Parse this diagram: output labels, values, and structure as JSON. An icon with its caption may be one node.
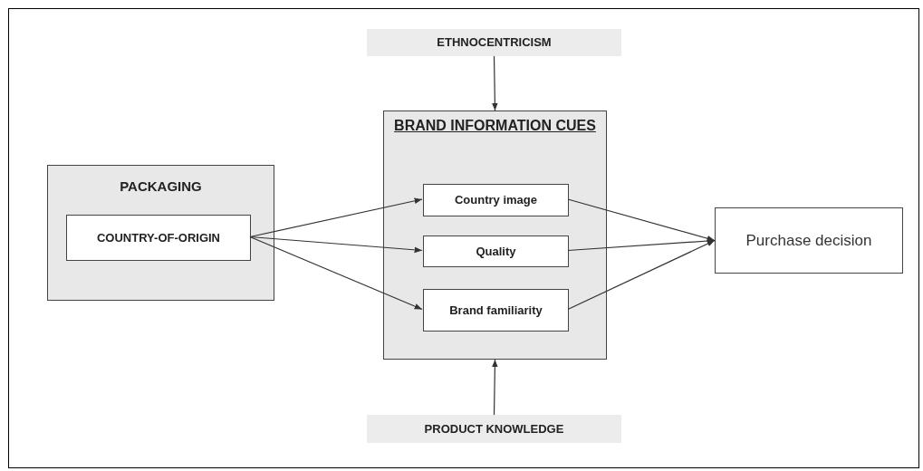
{
  "diagram": {
    "nodes": [
      {
        "text": [
          "ETHNOCENTRICISM"
        ]
      },
      {
        "text": [
          "PACKAGING"
        ]
      },
      {
        "text": [
          "COUNTRY-OF-ORIGIN"
        ],
        "in": 1
      },
      {
        "text": [
          "BRAND INFORMATION CUES"
        ]
      },
      {
        "text": [
          "Country image"
        ],
        "in": 3
      },
      {
        "text": [
          "Quality"
        ],
        "in": 3
      },
      {
        "text": [
          "Brand familiarity"
        ],
        "in": 3
      },
      {
        "text": [
          "Purchase decision"
        ]
      },
      {
        "text": [
          "PRODUCT KNOWLEDGE"
        ]
      }
    ],
    "edges": [
      {
        "from": 0,
        "to": 3,
        "arrow": "to"
      },
      {
        "from": 8,
        "to": 3,
        "arrow": "to"
      },
      {
        "from": 2,
        "to": 4,
        "arrow": "to"
      },
      {
        "from": 2,
        "to": 5,
        "arrow": "to"
      },
      {
        "from": 2,
        "to": 6,
        "arrow": "to"
      },
      {
        "from": 4,
        "to": 7,
        "arrow": "to"
      },
      {
        "from": 5,
        "to": 7,
        "arrow": "to"
      },
      {
        "from": 6,
        "to": 7,
        "arrow": "to"
      }
    ]
  }
}
